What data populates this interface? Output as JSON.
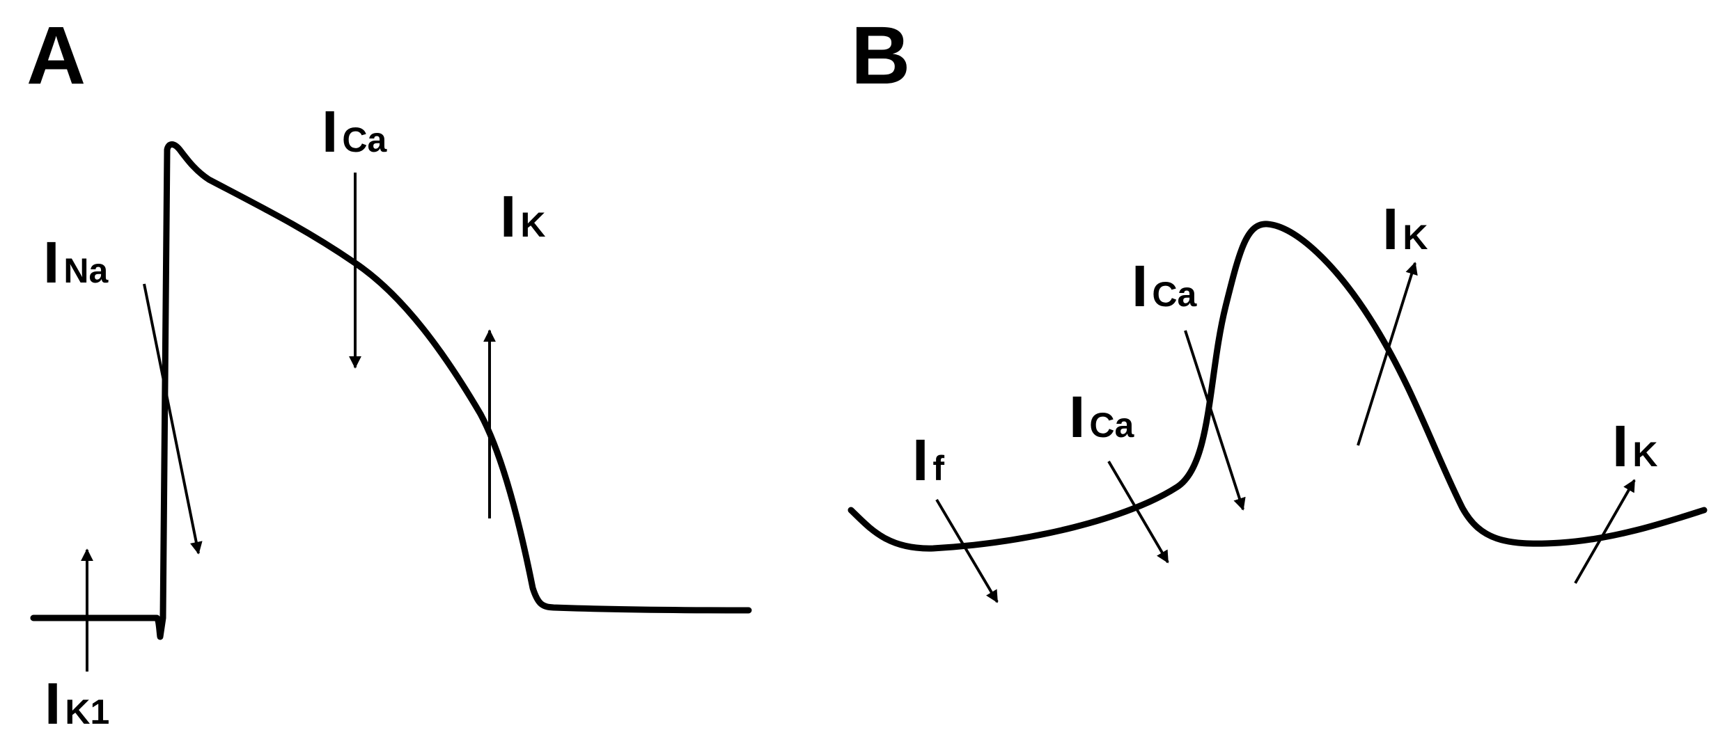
{
  "figure": {
    "background": "#ffffff",
    "ink_color": "#000000"
  },
  "panel_a": {
    "letter": "A",
    "trace": "cardiac ventricular action potential",
    "labels": {
      "ina": {
        "main": "I",
        "sub": "Na"
      },
      "ica": {
        "main": "I",
        "sub": "Ca"
      },
      "ik": {
        "main": "I",
        "sub": "K"
      },
      "ik1": {
        "main": "I",
        "sub": "K1"
      }
    }
  },
  "panel_b": {
    "letter": "B",
    "trace": "pacemaker (sinoatrial) action potential",
    "labels": {
      "if": {
        "main": "I",
        "sub": "f"
      },
      "ica_upstroke": {
        "main": "I",
        "sub": "Ca"
      },
      "ica_diastolic": {
        "main": "I",
        "sub": "Ca"
      },
      "ik_repol": {
        "main": "I",
        "sub": "K"
      },
      "ik_late": {
        "main": "I",
        "sub": "K"
      }
    }
  },
  "icons": {
    "arrowhead": "arrowhead-icon"
  }
}
